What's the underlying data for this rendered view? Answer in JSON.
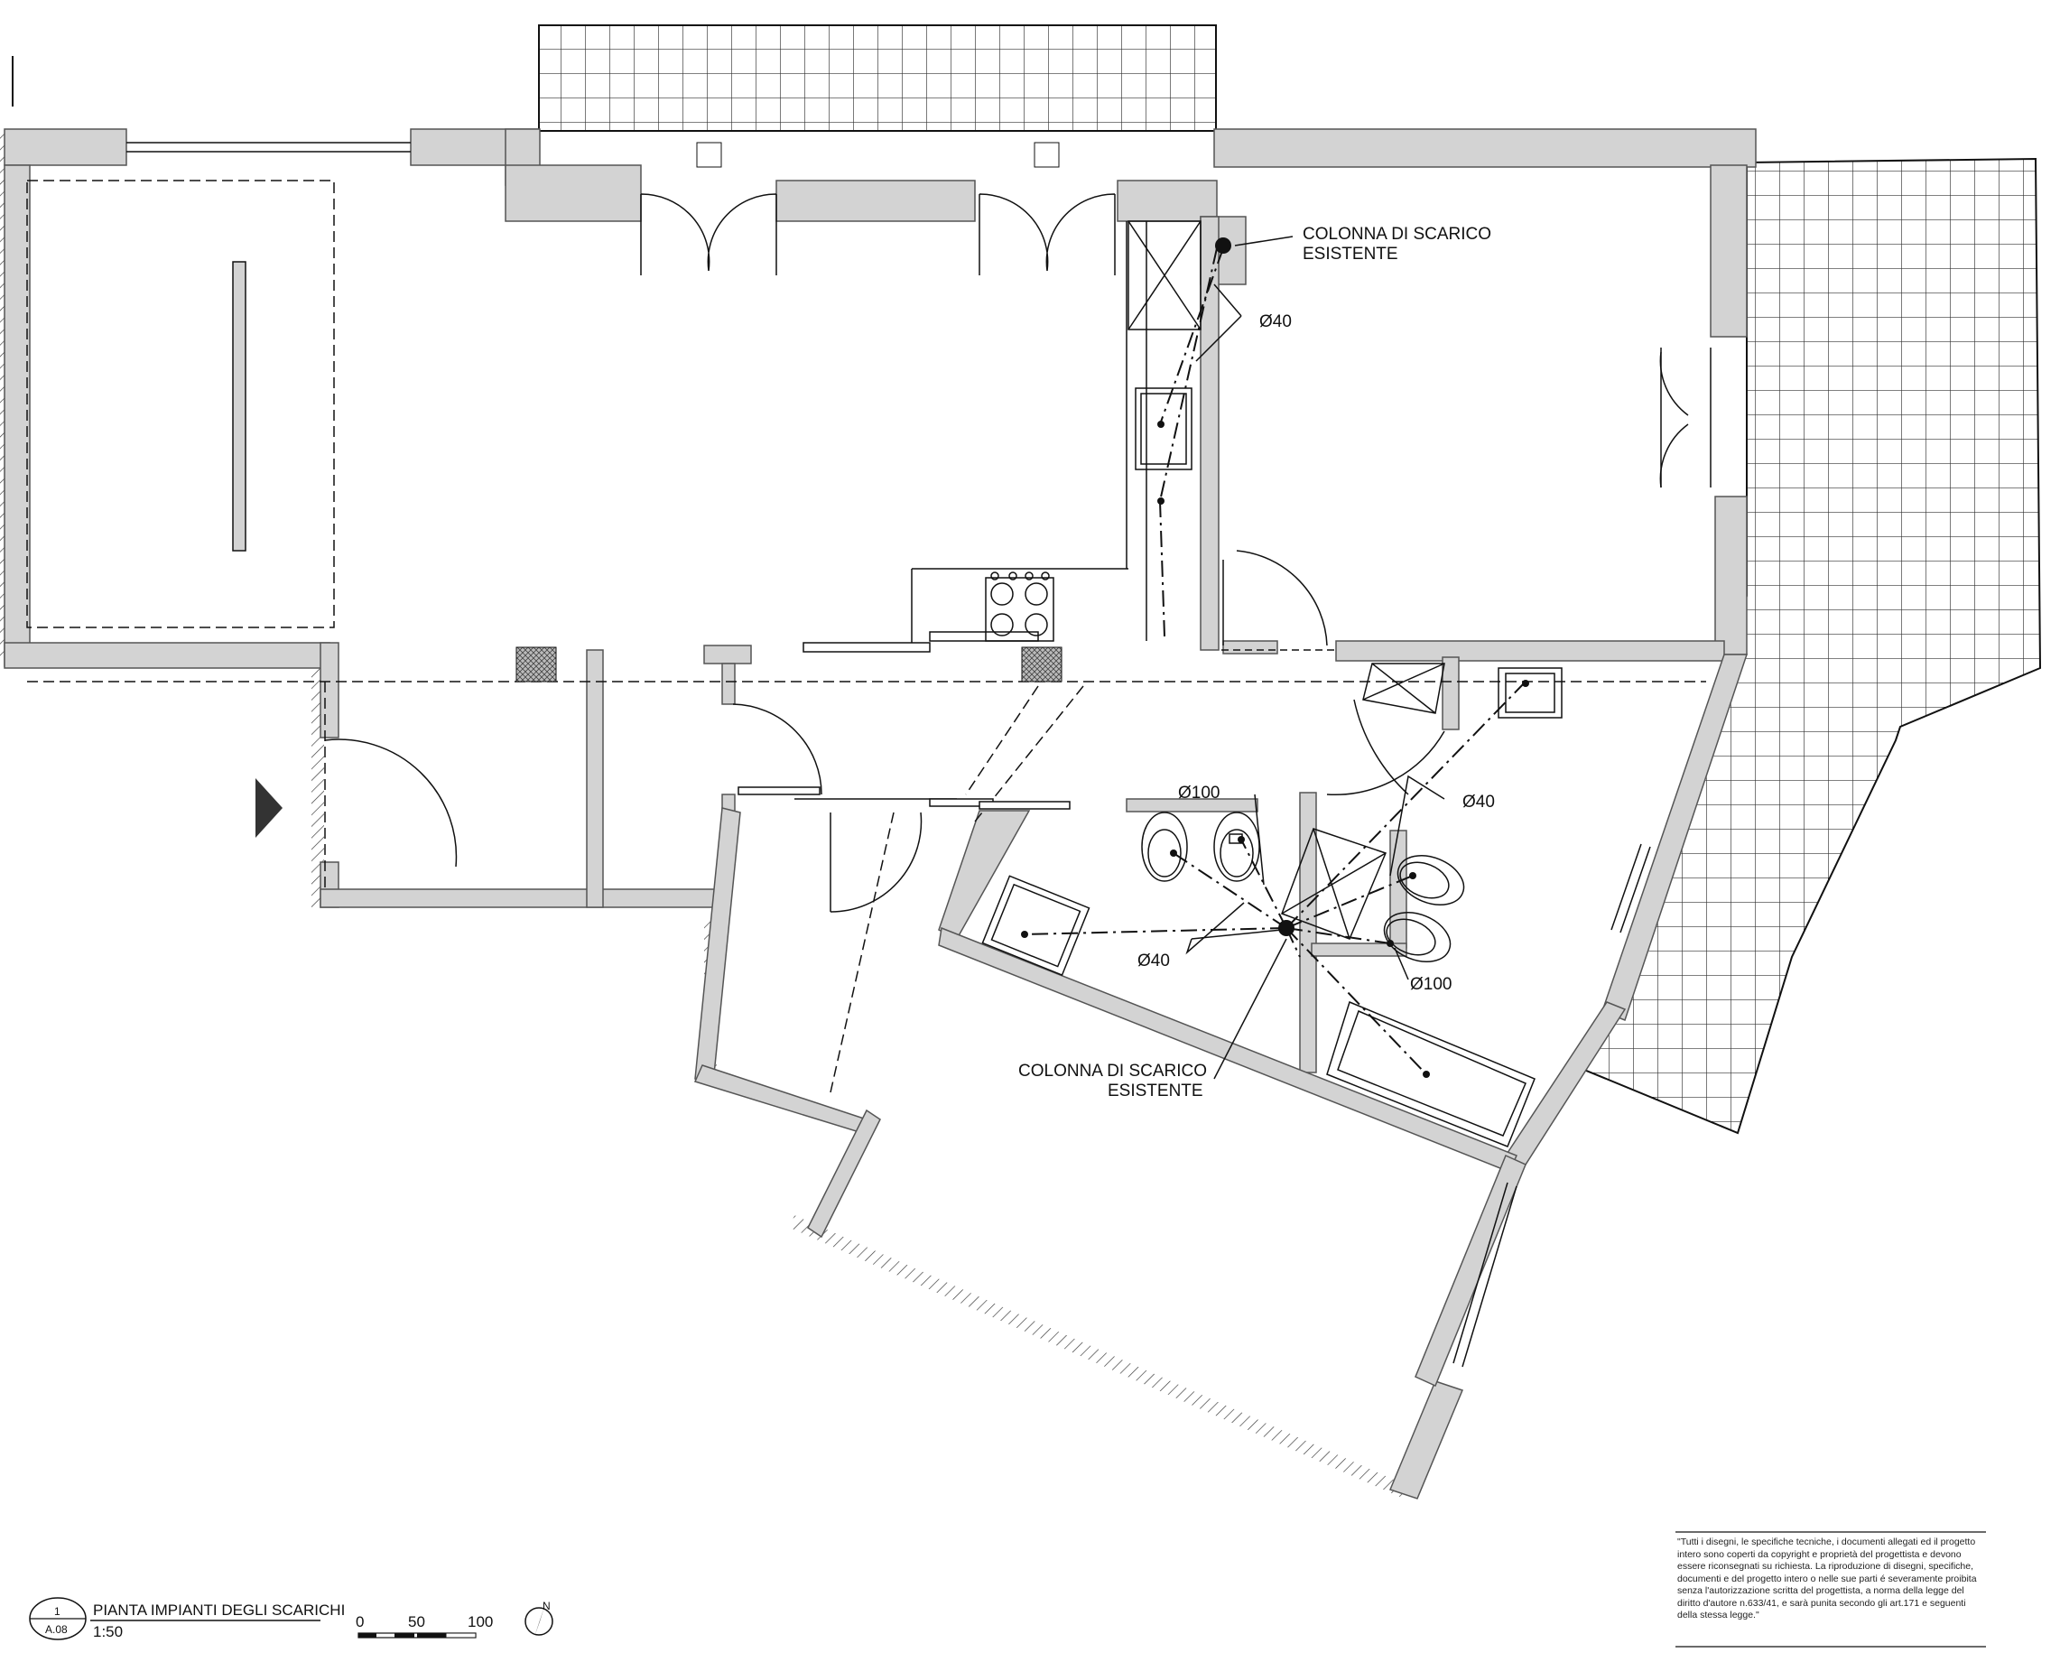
{
  "labels": {
    "stack_top": [
      "COLONNA DI SCARICO",
      "ESISTENTE"
    ],
    "stack_bottom": [
      "COLONNA DI SCARICO",
      "ESISTENTE"
    ],
    "d40_a": "Ø40",
    "d40_b": "Ø40",
    "d40_c": "Ø40",
    "d100_a": "Ø100",
    "d100_b": "Ø100"
  },
  "title_block": {
    "number": "1",
    "sheet": "A.08",
    "title": "PIANTA IMPIANTI DEGLI SCARICHI",
    "scale": "1:50"
  },
  "scale_bar": {
    "labels": [
      "0",
      "50",
      "100"
    ]
  },
  "north": {
    "label": "N"
  },
  "copyright": "\"Tutti i disegni, le specifiche tecniche, i documenti allegati ed il progetto intero sono coperti da copyright e proprietà del progettista e devono essere riconsegnati su richiesta.  La riproduzione di disegni, specifiche, documenti e del progetto intero o nelle sue parti é severamente proibita senza l'autorizzazione scritta del progettista, a norma della legge del diritto d'autore n.633/41, e sarà punita secondo gli art.171 e seguenti della stessa legge.\"",
  "colors": {
    "wall": "#d3d3d3",
    "line": "#111111"
  }
}
